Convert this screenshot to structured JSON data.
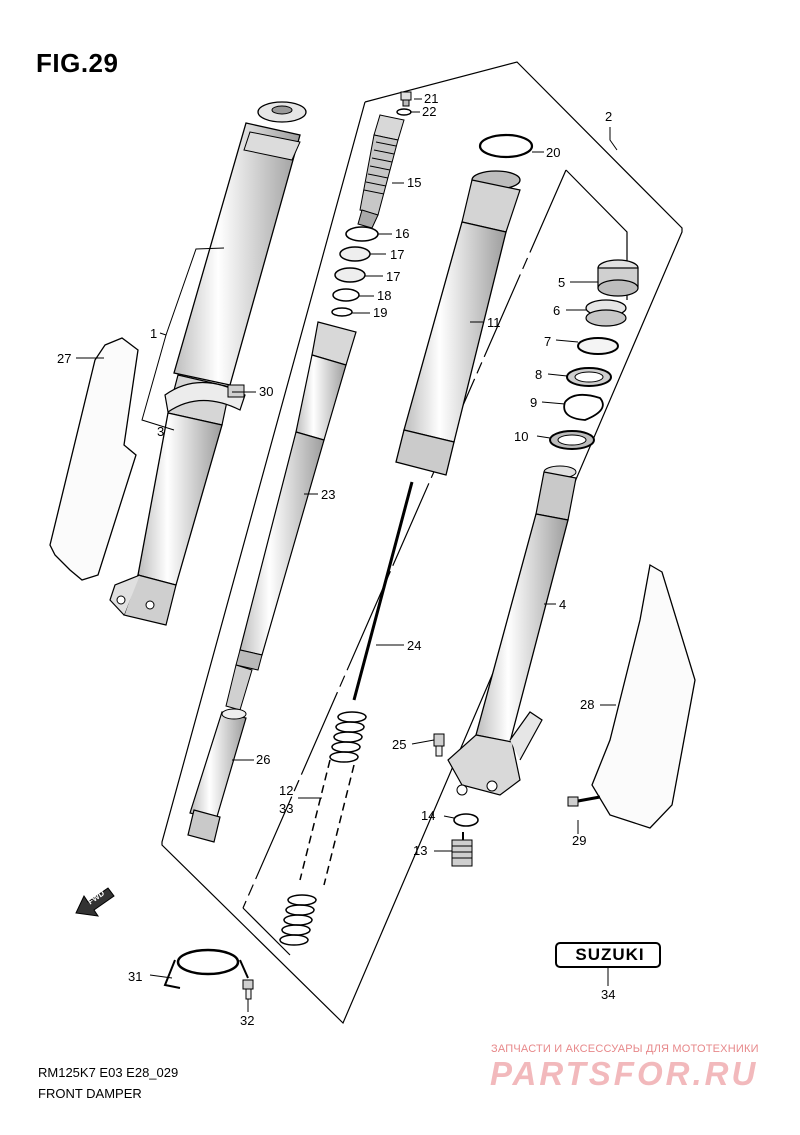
{
  "figure": {
    "title": "FIG.29",
    "model_code": "RM125K7 E03 E28_029",
    "section_name": "FRONT DAMPER"
  },
  "callouts": [
    {
      "id": "c1",
      "label": "1"
    },
    {
      "id": "c2",
      "label": "2"
    },
    {
      "id": "c3",
      "label": "3"
    },
    {
      "id": "c4",
      "label": "4"
    },
    {
      "id": "c5",
      "label": "5"
    },
    {
      "id": "c6",
      "label": "6"
    },
    {
      "id": "c7",
      "label": "7"
    },
    {
      "id": "c8",
      "label": "8"
    },
    {
      "id": "c9",
      "label": "9"
    },
    {
      "id": "c10",
      "label": "10"
    },
    {
      "id": "c11",
      "label": "11"
    },
    {
      "id": "c12",
      "label": "12"
    },
    {
      "id": "c33",
      "label": "33"
    },
    {
      "id": "c13",
      "label": "13"
    },
    {
      "id": "c14",
      "label": "14"
    },
    {
      "id": "c15",
      "label": "15"
    },
    {
      "id": "c16",
      "label": "16"
    },
    {
      "id": "c17a",
      "label": "17"
    },
    {
      "id": "c17b",
      "label": "17"
    },
    {
      "id": "c18",
      "label": "18"
    },
    {
      "id": "c19",
      "label": "19"
    },
    {
      "id": "c20",
      "label": "20"
    },
    {
      "id": "c21",
      "label": "21"
    },
    {
      "id": "c22",
      "label": "22"
    },
    {
      "id": "c23",
      "label": "23"
    },
    {
      "id": "c24",
      "label": "24"
    },
    {
      "id": "c25",
      "label": "25"
    },
    {
      "id": "c26",
      "label": "26"
    },
    {
      "id": "c27",
      "label": "27"
    },
    {
      "id": "c28",
      "label": "28"
    },
    {
      "id": "c29",
      "label": "29"
    },
    {
      "id": "c30",
      "label": "30"
    },
    {
      "id": "c31",
      "label": "31"
    },
    {
      "id": "c32",
      "label": "32"
    },
    {
      "id": "c34",
      "label": "34"
    }
  ],
  "fwd_arrow": {
    "label": "FWD"
  },
  "emblem": {
    "text": "SUZUKI"
  },
  "watermark": {
    "caption": "ЗАПЧАСТИ И АКСЕССУАРЫ ДЛЯ МОТОТЕХНИКИ",
    "logo": "PARTSFOR.RU"
  }
}
